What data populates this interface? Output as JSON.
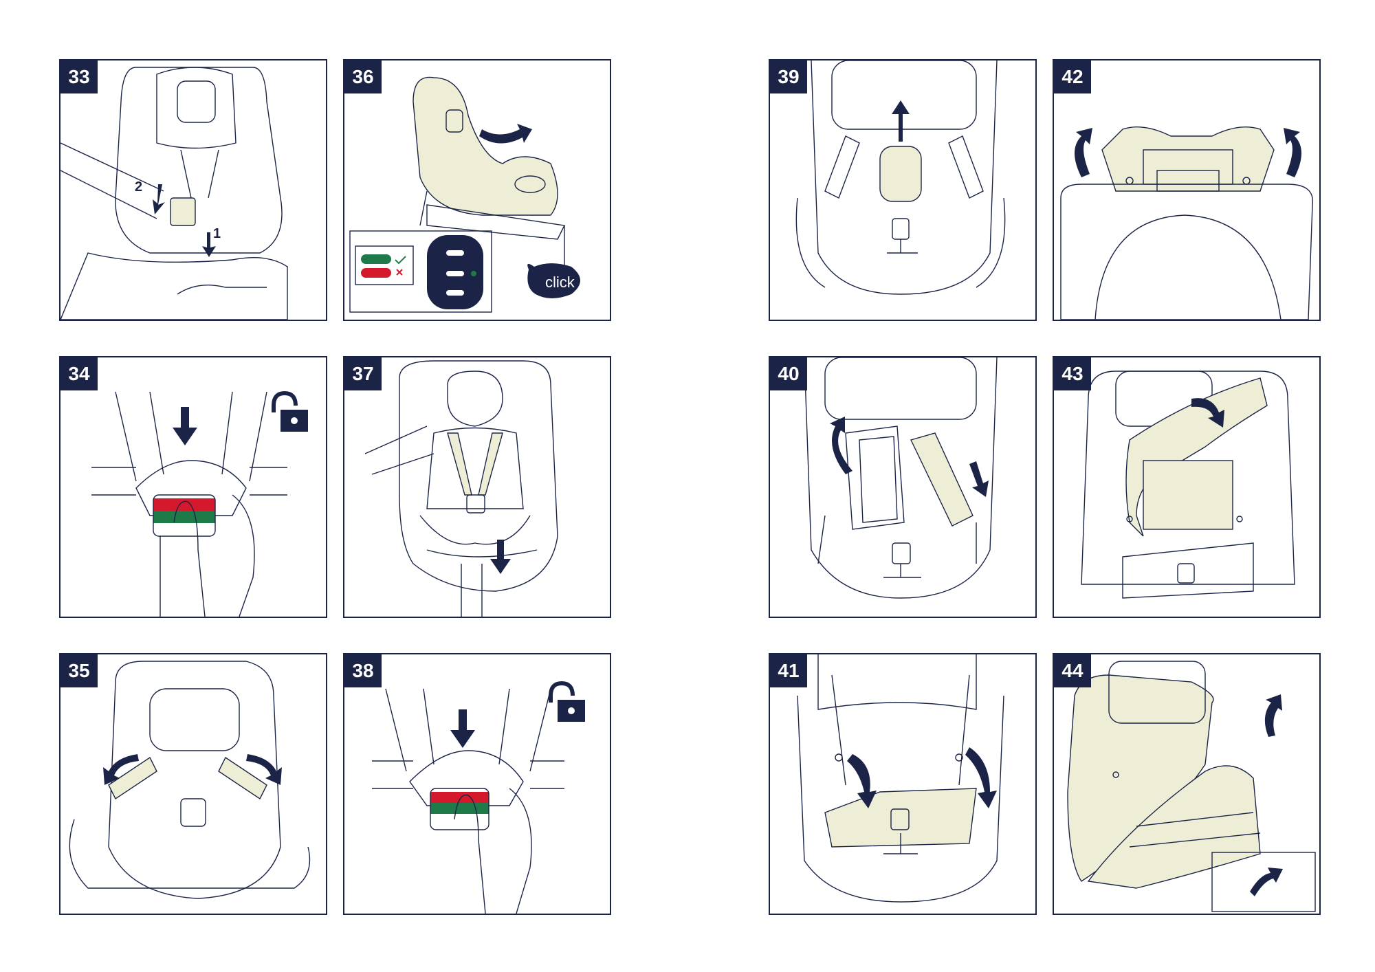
{
  "panels": [
    {
      "number": "33",
      "step_labels": [
        "2",
        "1"
      ]
    },
    {
      "number": "36",
      "callout": "click"
    },
    {
      "number": "39"
    },
    {
      "number": "42"
    },
    {
      "number": "34"
    },
    {
      "number": "37"
    },
    {
      "number": "40"
    },
    {
      "number": "43"
    },
    {
      "number": "35"
    },
    {
      "number": "38"
    },
    {
      "number": "41"
    },
    {
      "number": "44"
    }
  ],
  "colors": {
    "navy": "#1b2447",
    "cream": "#eeeed6",
    "green": "#1f7a4a",
    "red": "#d4192c"
  },
  "icons": [
    "arrow-icon",
    "unlock-icon",
    "check-icon",
    "cross-icon"
  ]
}
